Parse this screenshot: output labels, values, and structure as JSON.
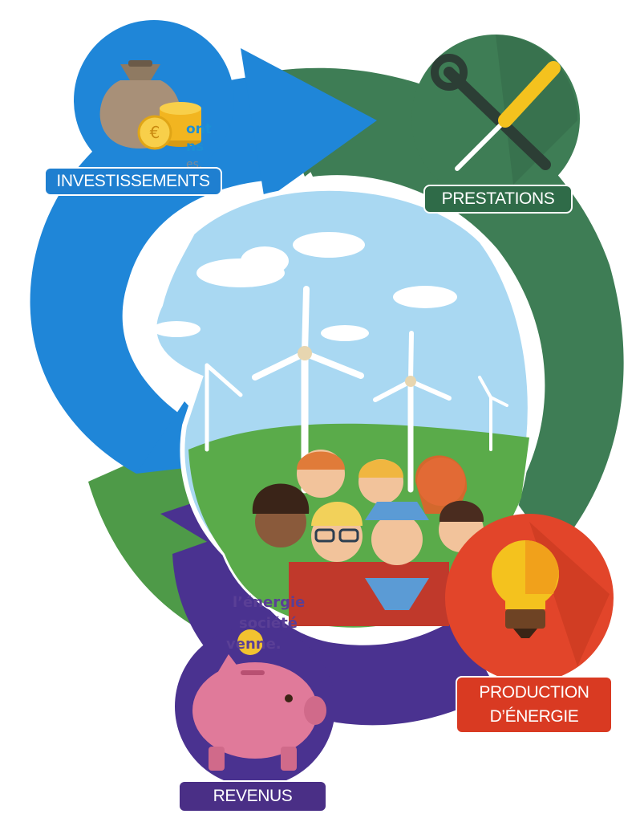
{
  "left_text_top": [
    "ont",
    "ns",
    "es."
  ],
  "left_text_bottom": [
    "l’énergie",
    "société",
    "venne."
  ],
  "stages": {
    "investments": "INVESTISSEMENTS",
    "services": "PRESTATIONS",
    "production_line1": "PRODUCTION",
    "production_line2": "D’ÉNERGIE",
    "revenue": "REVENUS"
  },
  "colors": {
    "investments": "#1f86d8",
    "services": "#3e7d55",
    "production": "#e2452a",
    "revenue": "#4a3290",
    "sky": "#a9d8f2",
    "grass": "#5aab4a"
  },
  "icons": {
    "investments": "money-bag-coins-icon",
    "services": "wrench-screwdriver-icon",
    "production": "light-bulb-icon",
    "revenue": "piggy-bank-icon"
  }
}
